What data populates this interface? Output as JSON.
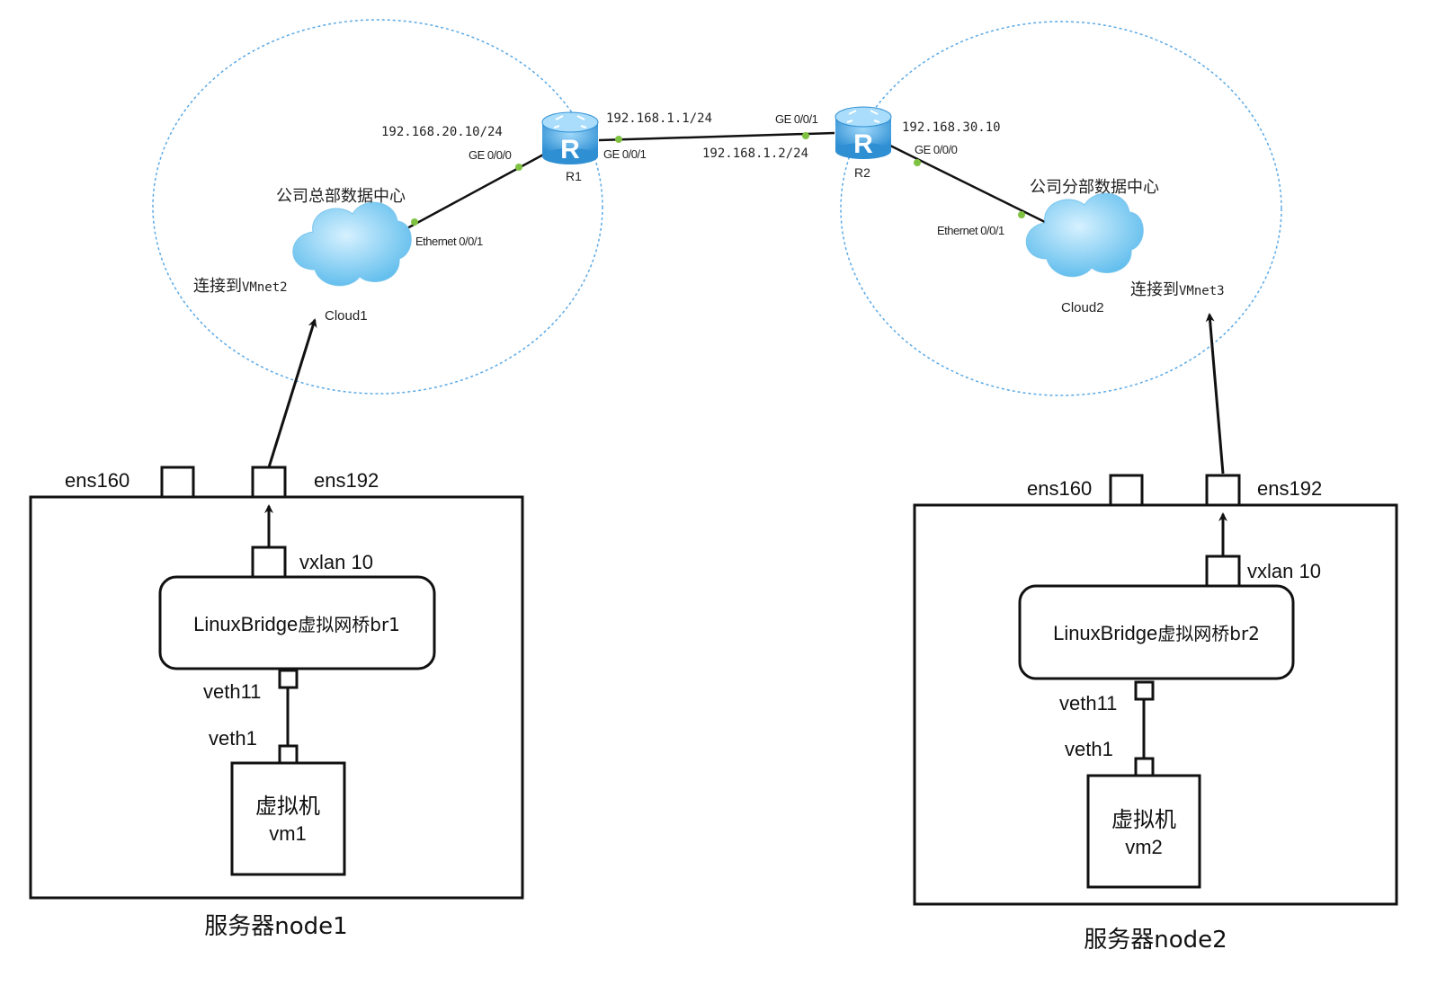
{
  "top": {
    "hq": {
      "title": "公司总部数据中心",
      "connect_prefix": "连接到",
      "connect_net": "VMnet2",
      "cloud_name": "Cloud1",
      "cloud_port": "Ethernet 0/0/1",
      "router_name": "R1",
      "router_lan_port": "GE 0/0/0",
      "router_lan_ip": "192.168.20.10/24",
      "router_wan_port": "GE 0/0/1",
      "router_wan_ip": "192.168.1.1/24"
    },
    "branch": {
      "title": "公司分部数据中心",
      "connect_prefix": "连接到",
      "connect_net": "VMnet3",
      "cloud_name": "Cloud2",
      "cloud_port": "Ethernet 0/0/1",
      "router_name": "R2",
      "router_lan_port": "GE 0/0/0",
      "router_lan_ip": "192.168.30.10",
      "router_wan_port": "GE 0/0/1",
      "router_wan_ip": "192.168.1.2/24"
    }
  },
  "servers": {
    "node1": {
      "caption": "服务器node1",
      "nic_a": "ens160",
      "nic_b": "ens192",
      "vxlan": "vxlan 10",
      "bridge_prefix": "LinuxBridge",
      "bridge_suffix": "虚拟网桥br1",
      "veth_bridge": "veth11",
      "veth_vm": "veth1",
      "vm_line1": "虚拟机",
      "vm_line2": "vm1"
    },
    "node2": {
      "caption": "服务器node2",
      "nic_a": "ens160",
      "nic_b": "ens192",
      "vxlan": "vxlan 10",
      "bridge_prefix": "LinuxBridge",
      "bridge_suffix": "虚拟网桥br2",
      "veth_bridge": "veth11",
      "veth_vm": "veth1",
      "vm_line1": "虚拟机",
      "vm_line2": "vm2"
    }
  },
  "colors": {
    "ellipse": "#5aa9e6",
    "router_fill": "#4aa3df",
    "cloud_fill": "#8fd3f5",
    "port_dot": "#7fc241",
    "line": "#111111"
  }
}
